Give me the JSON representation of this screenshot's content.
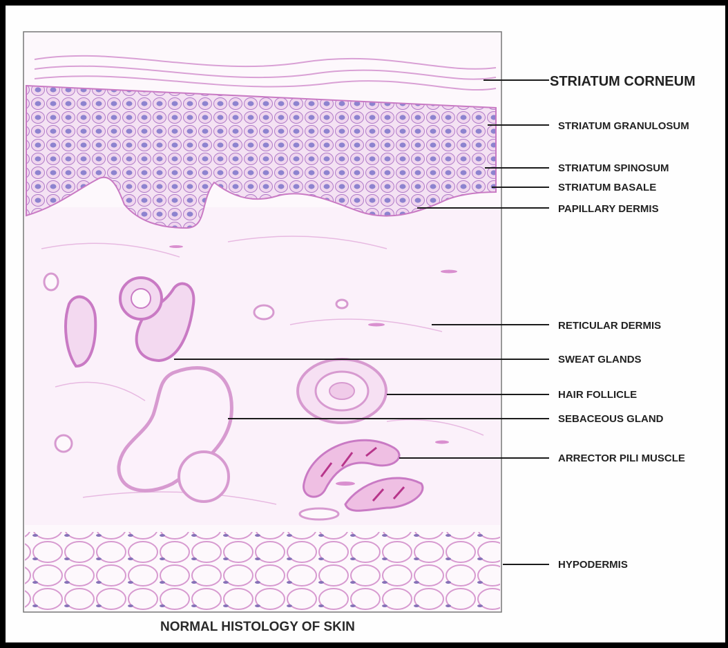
{
  "figure": {
    "caption": "NORMAL HISTOLOGY OF SKIN",
    "labels": [
      {
        "id": "striatum-corneum",
        "text": "STRIATUM CORNEUM"
      },
      {
        "id": "striatum-granulosum",
        "text": "STRIATUM GRANULOSUM"
      },
      {
        "id": "striatum-spinosum",
        "text": "STRIATUM SPINOSUM"
      },
      {
        "id": "striatum-basale",
        "text": "STRIATUM BASALE"
      },
      {
        "id": "papillary-dermis",
        "text": "PAPILLARY DERMIS"
      },
      {
        "id": "reticular-dermis",
        "text": "RETICULAR DERMIS"
      },
      {
        "id": "sweat-glands",
        "text": "SWEAT GLANDS"
      },
      {
        "id": "hair-follicle",
        "text": "HAIR FOLLICLE"
      },
      {
        "id": "sebaceous-gland",
        "text": "SEBACEOUS GLAND"
      },
      {
        "id": "arrector-pili-muscle",
        "text": "ARRECTOR PILI MUSCLE"
      },
      {
        "id": "hypodermis",
        "text": "HYPODERMIS"
      }
    ]
  },
  "colors": {
    "stain_pink": "#d98fcf",
    "stain_light": "#f6e3f3",
    "nucleus": "#6d5fae",
    "muscle": "#b7358a",
    "frame": "#000000"
  }
}
